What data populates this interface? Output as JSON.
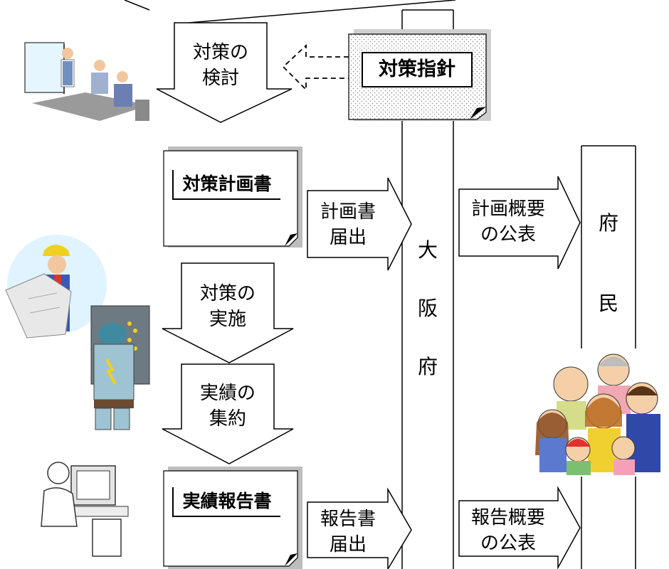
{
  "flow": {
    "step1": "対策の\n検討",
    "step2": "対策の\n実施",
    "step3": "実績の\n集約"
  },
  "docs": {
    "guideline": "対策指針",
    "plan": "対策計画書",
    "report": "実績報告書"
  },
  "submissions": {
    "plan": "計画書\n届出",
    "report": "報告書\n届出"
  },
  "publications": {
    "plan": "計画概要\nの公表",
    "report": "報告概要\nの公表"
  },
  "parties": {
    "prefecture": [
      "大",
      "阪",
      "府"
    ],
    "citizens": [
      "府",
      "民"
    ]
  },
  "illustrations": [
    "meeting-illustration",
    "engineer-illustration",
    "technician-illustration",
    "computer-user-illustration",
    "family-illustration"
  ]
}
